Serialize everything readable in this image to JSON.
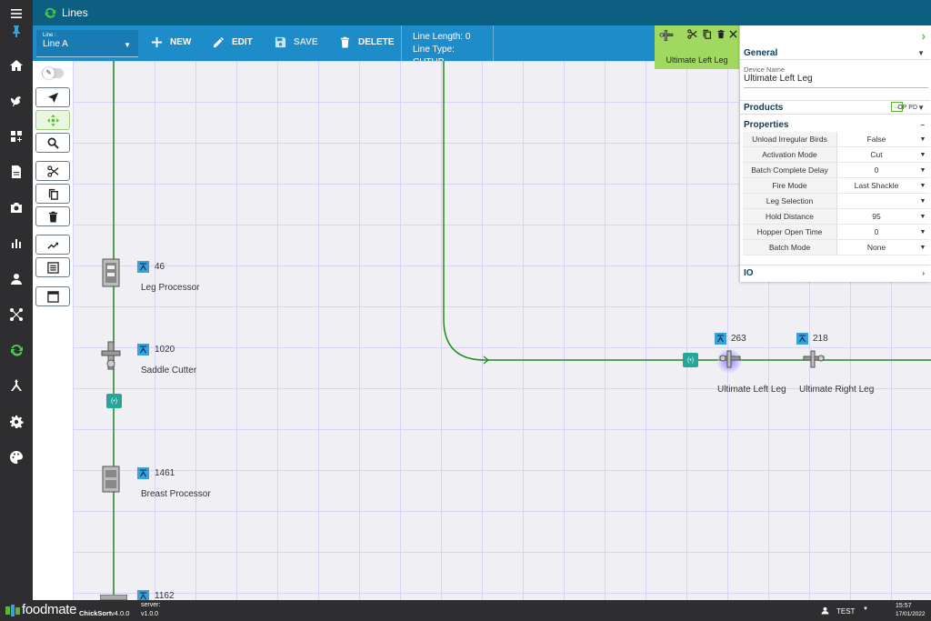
{
  "app": {
    "title": "Lines",
    "brand": "foodmate",
    "product": "ChickSort",
    "version": "v4.0.0",
    "server_label": "server:",
    "server_version": "v1.0.0",
    "user": "TEST",
    "time": "15:57",
    "date": "17/01/2022"
  },
  "nav": [
    "menu-icon",
    "pin-icon",
    "home-icon",
    "chicken-icon",
    "dashboard-icon",
    "report-icon",
    "camera-icon",
    "bar-chart-icon",
    "person-icon",
    "network-icon",
    "lines-icon",
    "tools-icon",
    "gear-icon",
    "palette-icon"
  ],
  "toolbar": {
    "line_label": "Line :",
    "line_value": "Line A",
    "new": "NEW",
    "edit": "EDIT",
    "save": "SAVE",
    "delete": "DELETE",
    "line_length": "Line Length: 0",
    "line_type": "Line Type: CUTUP"
  },
  "selected": {
    "name": "Ultimate Left Leg"
  },
  "panel": {
    "general": "General",
    "device_name_label": "Device Name",
    "device_name": "Ultimate Left Leg",
    "products": "Products",
    "products_tags": "OP PD",
    "properties": "Properties",
    "rows": [
      {
        "k": "Unload Irregular Birds",
        "v": "False"
      },
      {
        "k": "Activation Mode",
        "v": "Cut"
      },
      {
        "k": "Batch Complete Delay",
        "v": "0"
      },
      {
        "k": "Fire Mode",
        "v": "Last Shackle"
      },
      {
        "k": "Leg Selection",
        "v": ""
      },
      {
        "k": "Hold Distance",
        "v": "95"
      },
      {
        "k": "Hopper Open Time",
        "v": "0"
      },
      {
        "k": "Batch Mode",
        "v": "None"
      }
    ],
    "io": "IO"
  },
  "devices": [
    {
      "num": "46",
      "name": "Leg Processor"
    },
    {
      "num": "1020",
      "name": "Saddle Cutter"
    },
    {
      "num": "1461",
      "name": "Breast Processor"
    },
    {
      "num": "1162",
      "name": ""
    },
    {
      "num": "263",
      "name": "Ultimate Left Leg"
    },
    {
      "num": "218",
      "name": "Ultimate Right Leg"
    }
  ],
  "sensor_label": "(•)",
  "colors": {
    "nav": "#2e2e30",
    "topbar": "#0d5f82",
    "toolbar": "#1e8cc8",
    "line": "#1f8a1f",
    "accent": "#a0d860"
  }
}
